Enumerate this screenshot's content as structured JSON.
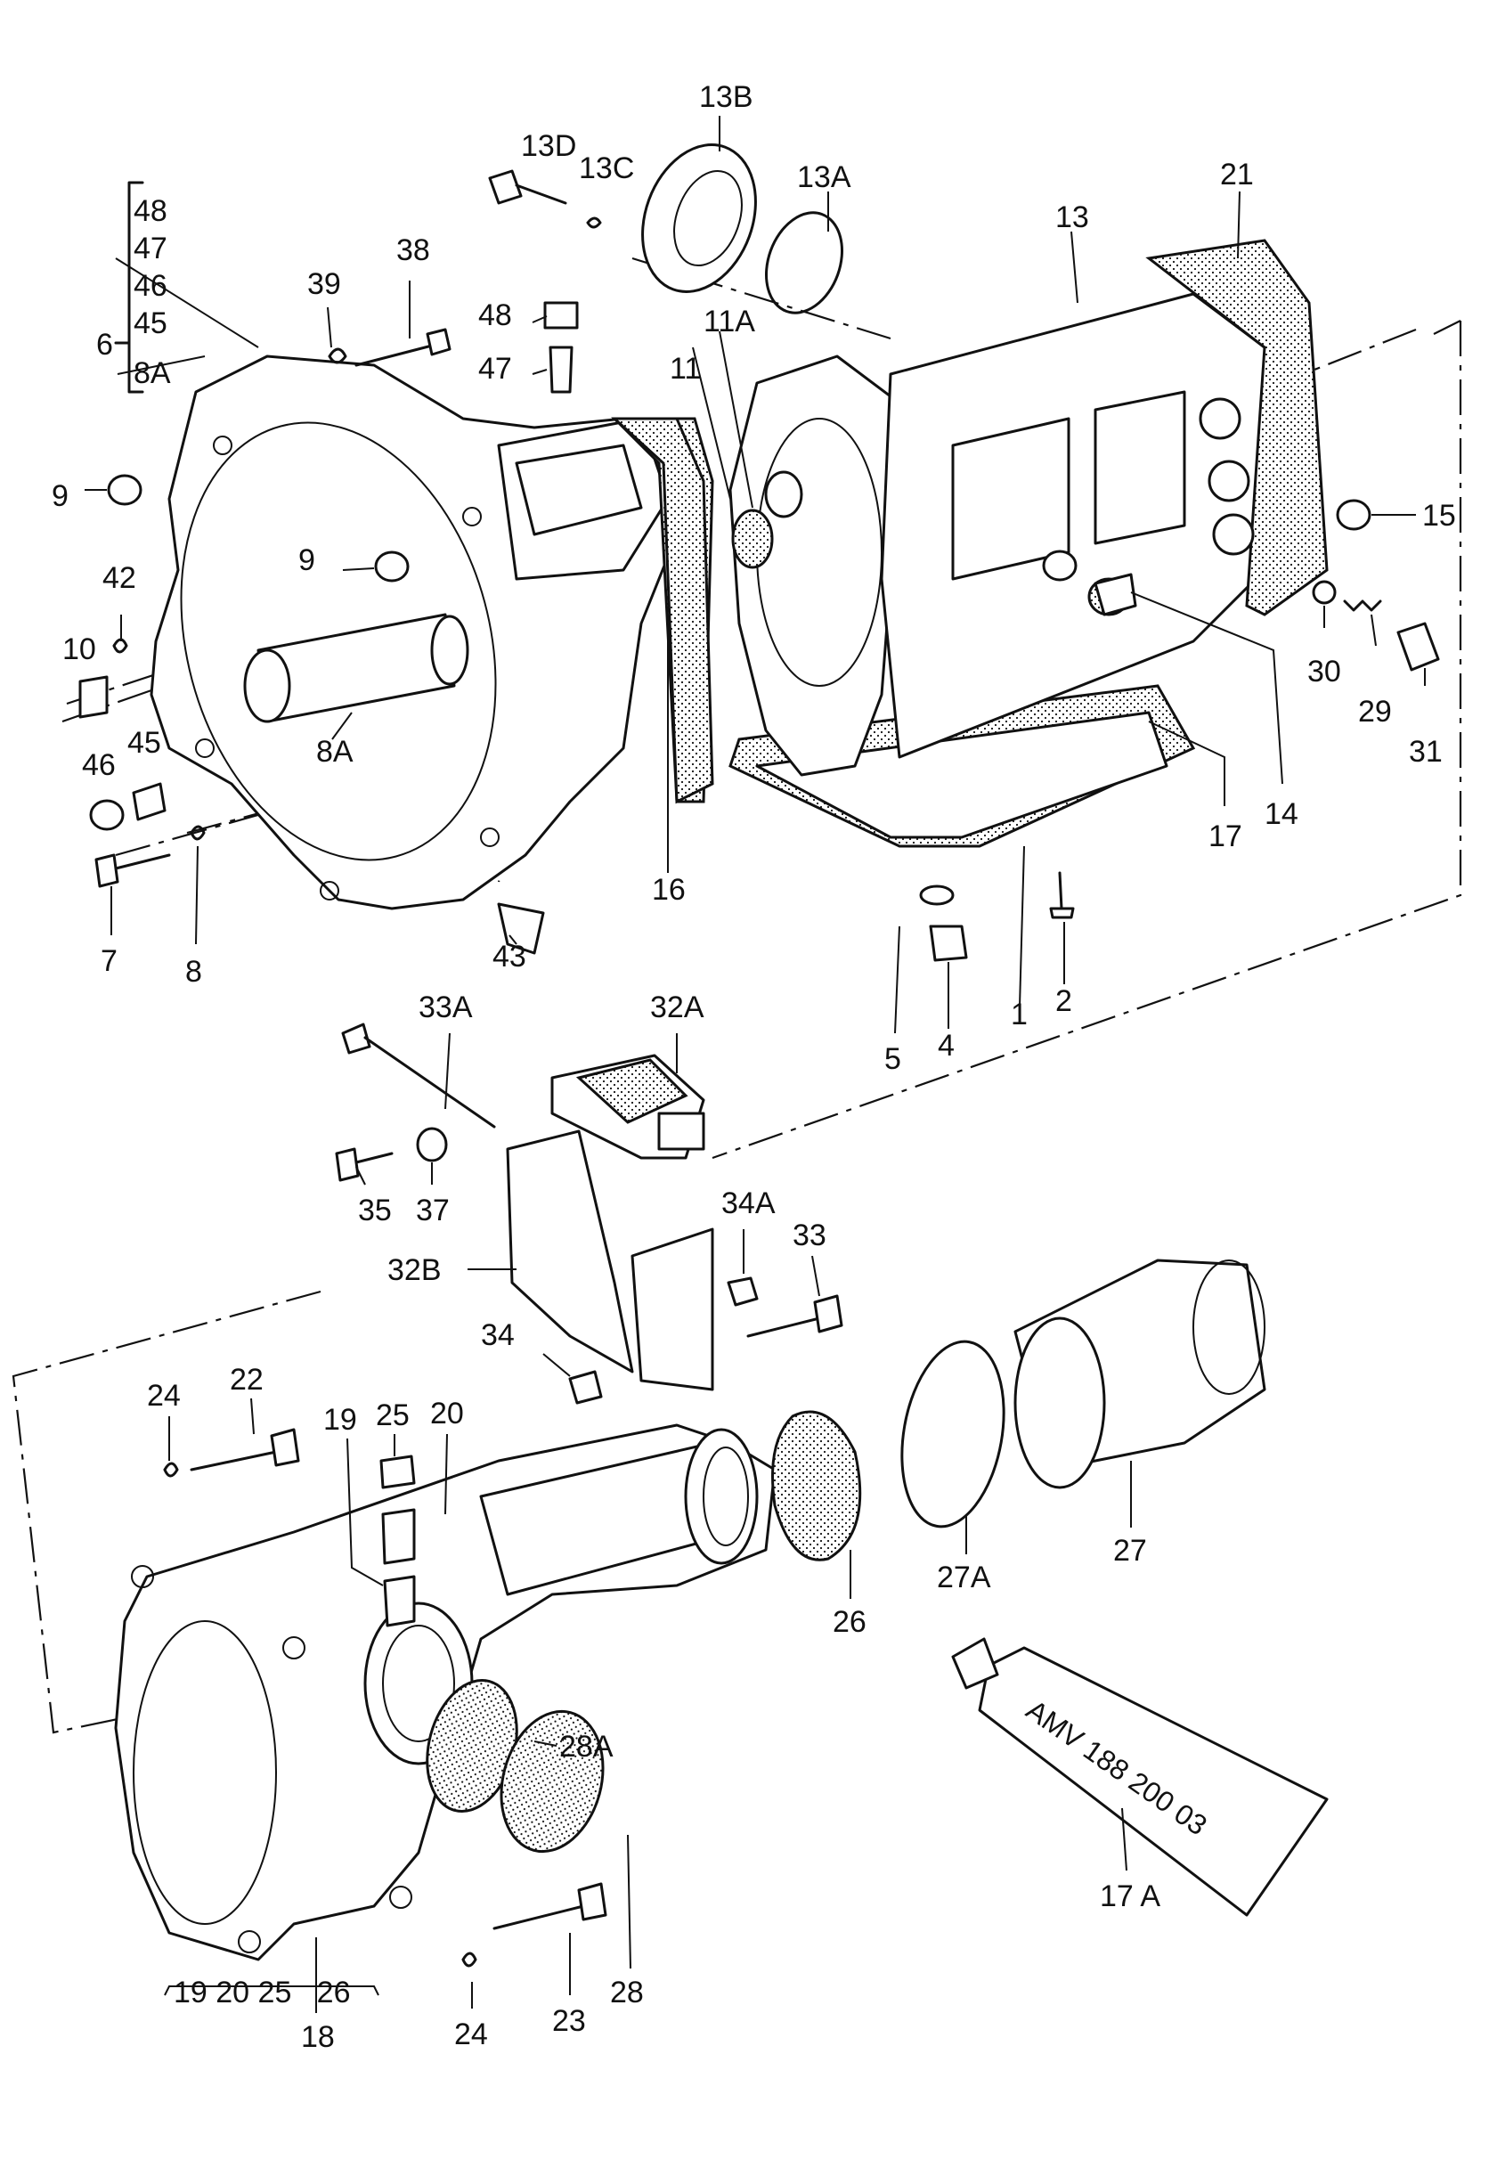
{
  "labels": {
    "l48a": "48",
    "l47a": "47",
    "l46a": "46",
    "l45a": "45",
    "l6": "6",
    "l8Aa": "8A",
    "l39": "39",
    "l38": "38",
    "l13D": "13D",
    "l13C": "13C",
    "l13B": "13B",
    "l13A": "13A",
    "l13": "13",
    "l21": "21",
    "l48b": "48",
    "l47b": "47",
    "l11A": "11A",
    "l11": "11",
    "l9a": "9",
    "l9b": "9",
    "l42": "42",
    "l10": "10",
    "l15": "15",
    "l30": "30",
    "l29": "29",
    "l31": "31",
    "l14": "14",
    "l17": "17",
    "l16": "16",
    "l8Ab": "8A",
    "l46b": "46",
    "l45b": "45",
    "l7": "7",
    "l8": "8",
    "l43": "43",
    "l5": "5",
    "l4": "4",
    "l1": "1",
    "l2": "2",
    "l33A": "33A",
    "l32A": "32A",
    "l35": "35",
    "l37": "37",
    "l32B": "32B",
    "l34A": "34A",
    "l33": "33",
    "l34": "34",
    "l22": "22",
    "l24a": "24",
    "l25": "25",
    "l20": "20",
    "l19": "19",
    "l27": "27",
    "l27A": "27A",
    "l26": "26",
    "l28A": "28A",
    "l17A": "17 A",
    "l28": "28",
    "l23": "23",
    "l24b": "24",
    "l18": "18",
    "l18group": "19 20 25   26"
  },
  "tube_text": "AMV 188 200 03"
}
